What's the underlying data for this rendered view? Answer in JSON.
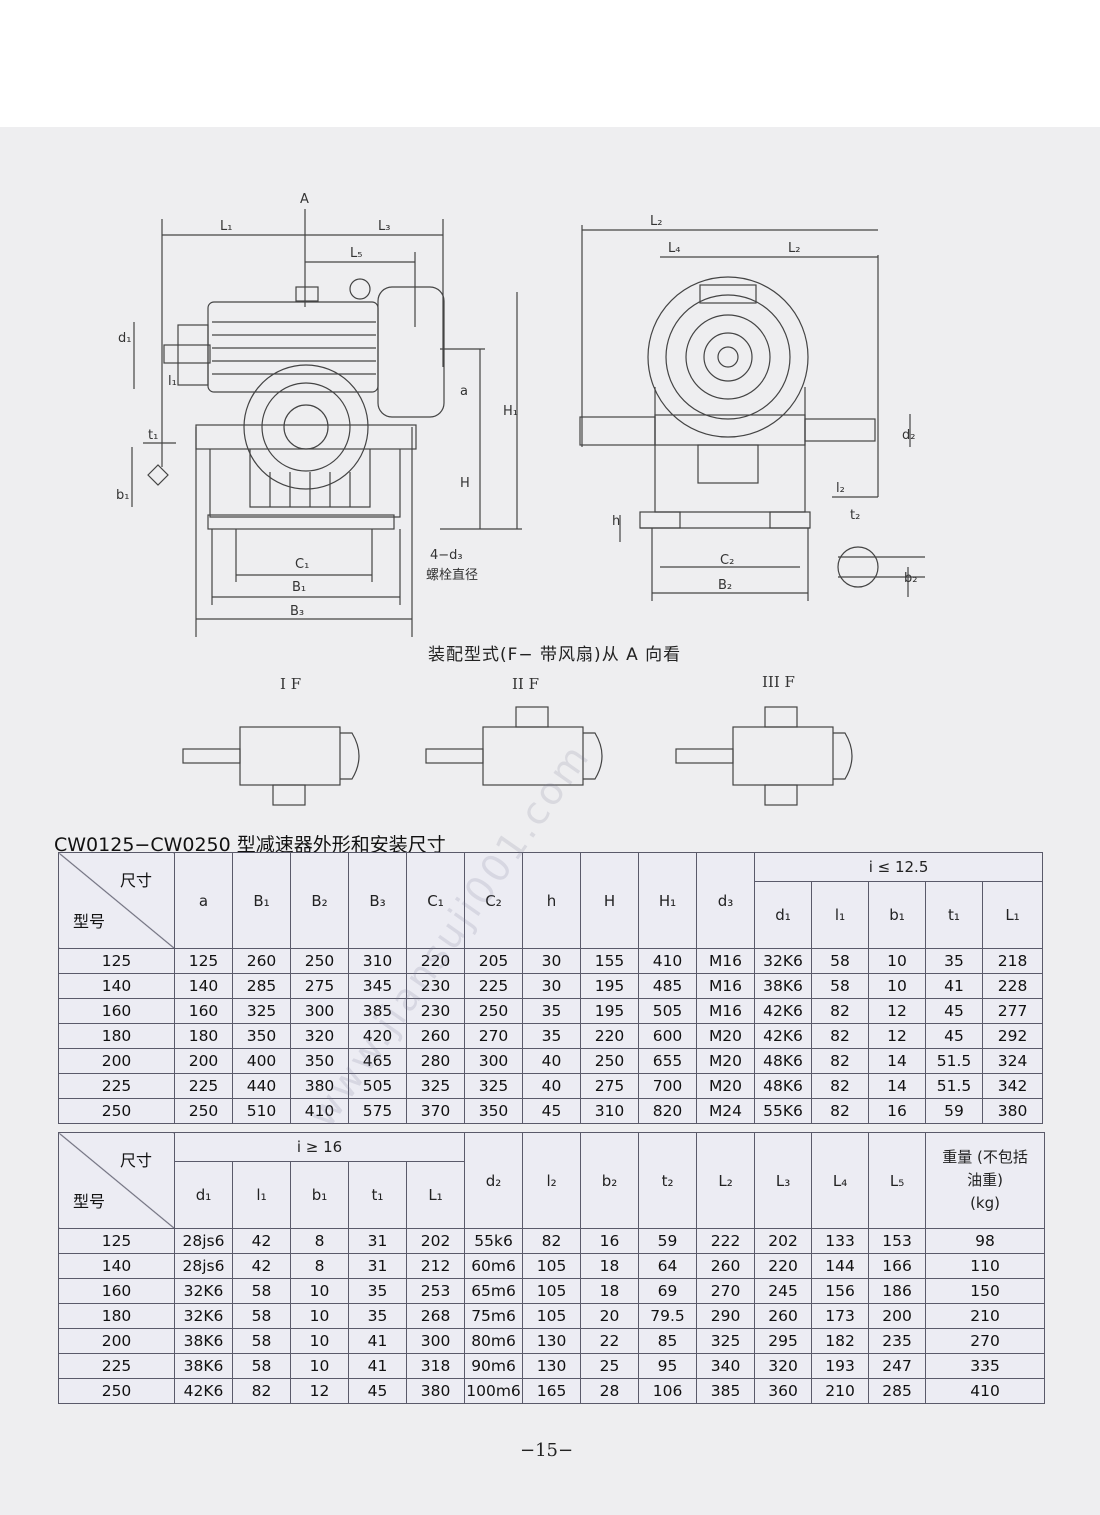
{
  "drawing": {
    "labels": {
      "A": "A",
      "L1": "L₁",
      "L3": "L₃",
      "L5": "L₅",
      "d1": "d₁",
      "l1": "l₁",
      "t1": "t₁",
      "b1": "b₁",
      "a": "a",
      "H": "H",
      "H1": "H₁",
      "C1": "C₁",
      "B1": "B₁",
      "B3": "B₃",
      "bolt": "4−d₃",
      "bolt_note": "螺栓直径",
      "L2a": "L₂",
      "L4": "L₄",
      "L2b": "L₂",
      "l2": "l₂",
      "d2": "d₂",
      "h": "h",
      "t2": "t₂",
      "b2": "b₂",
      "C2": "C₂",
      "B2": "B₂"
    },
    "caption": "装配型式(F− 带风扇)从 A 向看",
    "mount_types": [
      "I F",
      "II F",
      "III F"
    ]
  },
  "table_title": "CW0125−CW0250 型减速器外形和安装尺寸",
  "corner": {
    "top": "尺寸",
    "bottom": "型号"
  },
  "table1": {
    "headers": [
      "a",
      "B₁",
      "B₂",
      "B₃",
      "C₁",
      "C₂",
      "h",
      "H",
      "H₁",
      "d₃"
    ],
    "group": "i ≤ 12.5",
    "sub_headers": [
      "d₁",
      "l₁",
      "b₁",
      "t₁",
      "L₁"
    ],
    "rows": [
      [
        "125",
        "125",
        "260",
        "250",
        "310",
        "220",
        "205",
        "30",
        "155",
        "410",
        "M16",
        "32K6",
        "58",
        "10",
        "35",
        "218"
      ],
      [
        "140",
        "140",
        "285",
        "275",
        "345",
        "230",
        "225",
        "30",
        "195",
        "485",
        "M16",
        "38K6",
        "58",
        "10",
        "41",
        "228"
      ],
      [
        "160",
        "160",
        "325",
        "300",
        "385",
        "230",
        "250",
        "35",
        "195",
        "505",
        "M16",
        "42K6",
        "82",
        "12",
        "45",
        "277"
      ],
      [
        "180",
        "180",
        "350",
        "320",
        "420",
        "260",
        "270",
        "35",
        "220",
        "600",
        "M20",
        "42K6",
        "82",
        "12",
        "45",
        "292"
      ],
      [
        "200",
        "200",
        "400",
        "350",
        "465",
        "280",
        "300",
        "40",
        "250",
        "655",
        "M20",
        "48K6",
        "82",
        "14",
        "51.5",
        "324"
      ],
      [
        "225",
        "225",
        "440",
        "380",
        "505",
        "325",
        "325",
        "40",
        "275",
        "700",
        "M20",
        "48K6",
        "82",
        "14",
        "51.5",
        "342"
      ],
      [
        "250",
        "250",
        "510",
        "410",
        "575",
        "370",
        "350",
        "45",
        "310",
        "820",
        "M24",
        "55K6",
        "82",
        "16",
        "59",
        "380"
      ]
    ]
  },
  "table2": {
    "group": "i ≥ 16",
    "group_headers": [
      "d₁",
      "l₁",
      "b₁",
      "t₁",
      "L₁"
    ],
    "headers": [
      "d₂",
      "l₂",
      "b₂",
      "t₂",
      "L₂",
      "L₃",
      "L₄",
      "L₅"
    ],
    "weight_header": [
      "重量 (不包括",
      "油重)",
      "(kg)"
    ],
    "rows": [
      [
        "125",
        "28js6",
        "42",
        "8",
        "31",
        "202",
        "55k6",
        "82",
        "16",
        "59",
        "222",
        "202",
        "133",
        "153",
        "98"
      ],
      [
        "140",
        "28js6",
        "42",
        "8",
        "31",
        "212",
        "60m6",
        "105",
        "18",
        "64",
        "260",
        "220",
        "144",
        "166",
        "110"
      ],
      [
        "160",
        "32K6",
        "58",
        "10",
        "35",
        "253",
        "65m6",
        "105",
        "18",
        "69",
        "270",
        "245",
        "156",
        "186",
        "150"
      ],
      [
        "180",
        "32K6",
        "58",
        "10",
        "35",
        "268",
        "75m6",
        "105",
        "20",
        "79.5",
        "290",
        "260",
        "173",
        "200",
        "210"
      ],
      [
        "200",
        "38K6",
        "58",
        "10",
        "41",
        "300",
        "80m6",
        "130",
        "22",
        "85",
        "325",
        "295",
        "182",
        "235",
        "270"
      ],
      [
        "225",
        "38K6",
        "58",
        "10",
        "41",
        "318",
        "90m6",
        "130",
        "25",
        "95",
        "340",
        "320",
        "193",
        "247",
        "335"
      ],
      [
        "250",
        "42K6",
        "82",
        "12",
        "45",
        "380",
        "100m6",
        "165",
        "28",
        "106",
        "385",
        "360",
        "210",
        "285",
        "410"
      ]
    ]
  },
  "watermark": "www.jiansuji001.com",
  "page_number": "−15−"
}
